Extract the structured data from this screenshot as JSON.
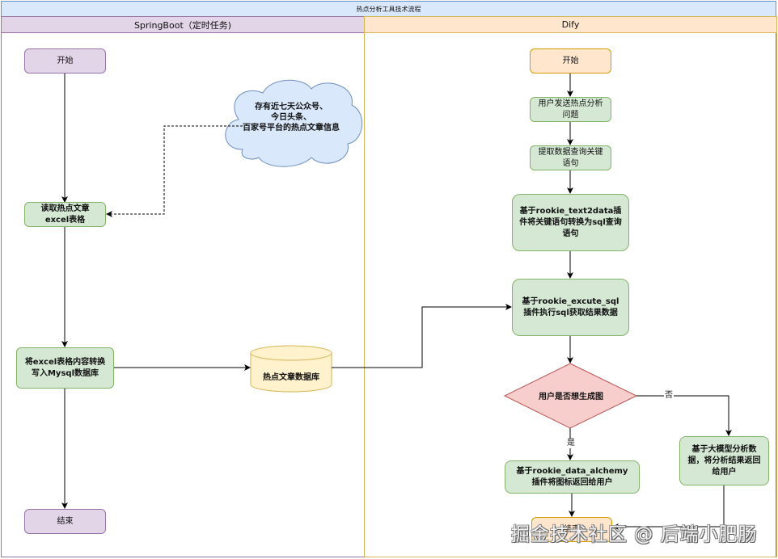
{
  "diagram": {
    "title": "热点分析工具技术流程",
    "colors": {
      "title_bg": "#dae8fc",
      "lane_left_bg": "#e1d5e7",
      "lane_right_bg": "#ffe6cc",
      "process_green": "#d5e8d4",
      "decision_red": "#f8cecc",
      "database_yellow": "#fff2cc",
      "cloud_blue": "#dae8fc"
    },
    "lanes": [
      {
        "label": "SpringBoot（定时任务)",
        "nodes": {
          "start": "开始",
          "read_excel": "读取热点文章\nexcel表格",
          "write_mysql": "将excel表格内容转换\n写入Mysql数据库",
          "end": "结束",
          "cloud": "存有近七天公众号、\n今日头条、\n百家号平台的热点文章信息",
          "database": "热点文章数据库"
        }
      },
      {
        "label": "Dify",
        "nodes": {
          "start": "开始",
          "user_question": "用户发送热点分析\n问题",
          "extract_keywords": "提取数据查询关键\n语句",
          "text2data": "基于rookie_text2data插\n件将关键语句转换为sql查询\n语句",
          "execute_sql": "基于rookie_excute_sql\n插件执行sql获取结果数据",
          "decision": "用户是否想生成图",
          "data_alchemy": "基于rookie_data_alchemy\n插件将图标返回给用户",
          "llm_analysis": "基于大模型分析数\n据，将分析结果返回\n给用户",
          "end": "结束"
        },
        "edge_labels": {
          "yes": "是",
          "no": "否"
        }
      }
    ],
    "watermark": "掘金技术社区 @ 后端小肥肠"
  }
}
